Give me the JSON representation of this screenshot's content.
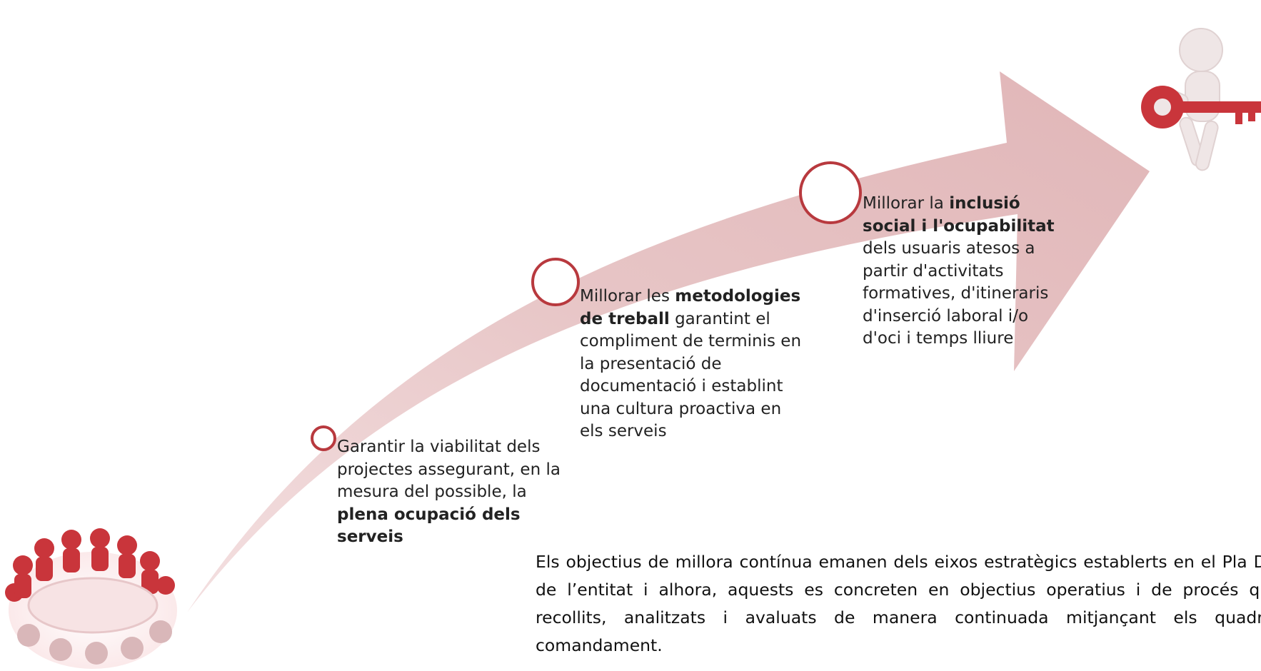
{
  "steps": [
    {
      "before": "Garantir la viabilitat dels projectes assegurant, en la mesura del possible, la ",
      "bold": "plena ocupació dels serveis",
      "after": ""
    },
    {
      "before": "Millorar les ",
      "bold": "metodologies de treball",
      "after": " garantint el compliment de terminis en la presentació de documentació i establint una cultura proactiva en els serveis"
    },
    {
      "before": "Millorar la ",
      "bold": "inclusió social i l'ocupabilitat",
      "after": " dels usuaris atesos a partir d'activitats formatives, d'itineraris d'inserció laboral i/o d'oci i temps lliure"
    }
  ],
  "paragraph": "Els objectius de millora contínua emanen dels eixos estratègics establerts en el Pla Director de l’entitat i alhora, aquests es concreten en objectius operatius i de procés que són recollits, analitzats i avaluats de manera continuada mitjançant els quadres de comandament.",
  "colors": {
    "arrow_fill": "#e6c2c3",
    "circle_stroke": "#b8393e",
    "figure_red": "#c9353b"
  },
  "icons": [
    "people-meeting-icon",
    "person-with-key-icon"
  ]
}
